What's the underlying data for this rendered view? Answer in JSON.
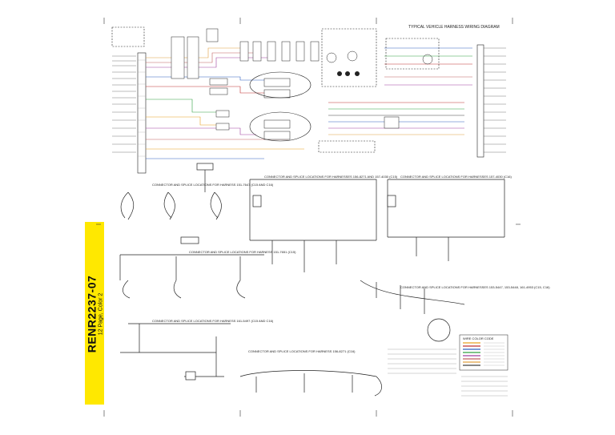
{
  "tab": {
    "document_number": "RENR2237-07",
    "subtitle": "12 Page, Color 2"
  },
  "diagram_title": "TYPICAL VEHICLE HARNESS WIRING DIAGRAM",
  "section_captions": [
    "CONNECTOR AND SPLICE LOCATIONS FOR HARNESS 151-7647 (C15 AND C16)",
    "CONNECTOR AND SPLICE LOCATIONS FOR HARNESS 151-7651 (C15)",
    "CONNECTOR AND SPLICE LOCATIONS FOR HARNESSES 156-8271 AND 157-4030 (C15)",
    "CONNECTOR AND SPLICE LOCATIONS FOR HARNESS 161-5497 (C15 AND C16)",
    "CONNECTOR AND SPLICE LOCATIONS FOR HARNESS 156-8271 (C16)",
    "CONNECTOR AND SPLICE LOCATIONS FOR HARNESSES 157-4030 (C16)",
    "CONNECTOR AND SPLICE LOCATIONS FOR HARNESSES 153-5447, 153-5448, 161-4953 (C15, C16)"
  ],
  "legend_title": "WIRE COLOR CODE",
  "wire_colors": [
    "#e8a020",
    "#c03030",
    "#3060c0",
    "#30a040",
    "#a040a0",
    "#c06060",
    "#e0a040",
    "#404040"
  ]
}
